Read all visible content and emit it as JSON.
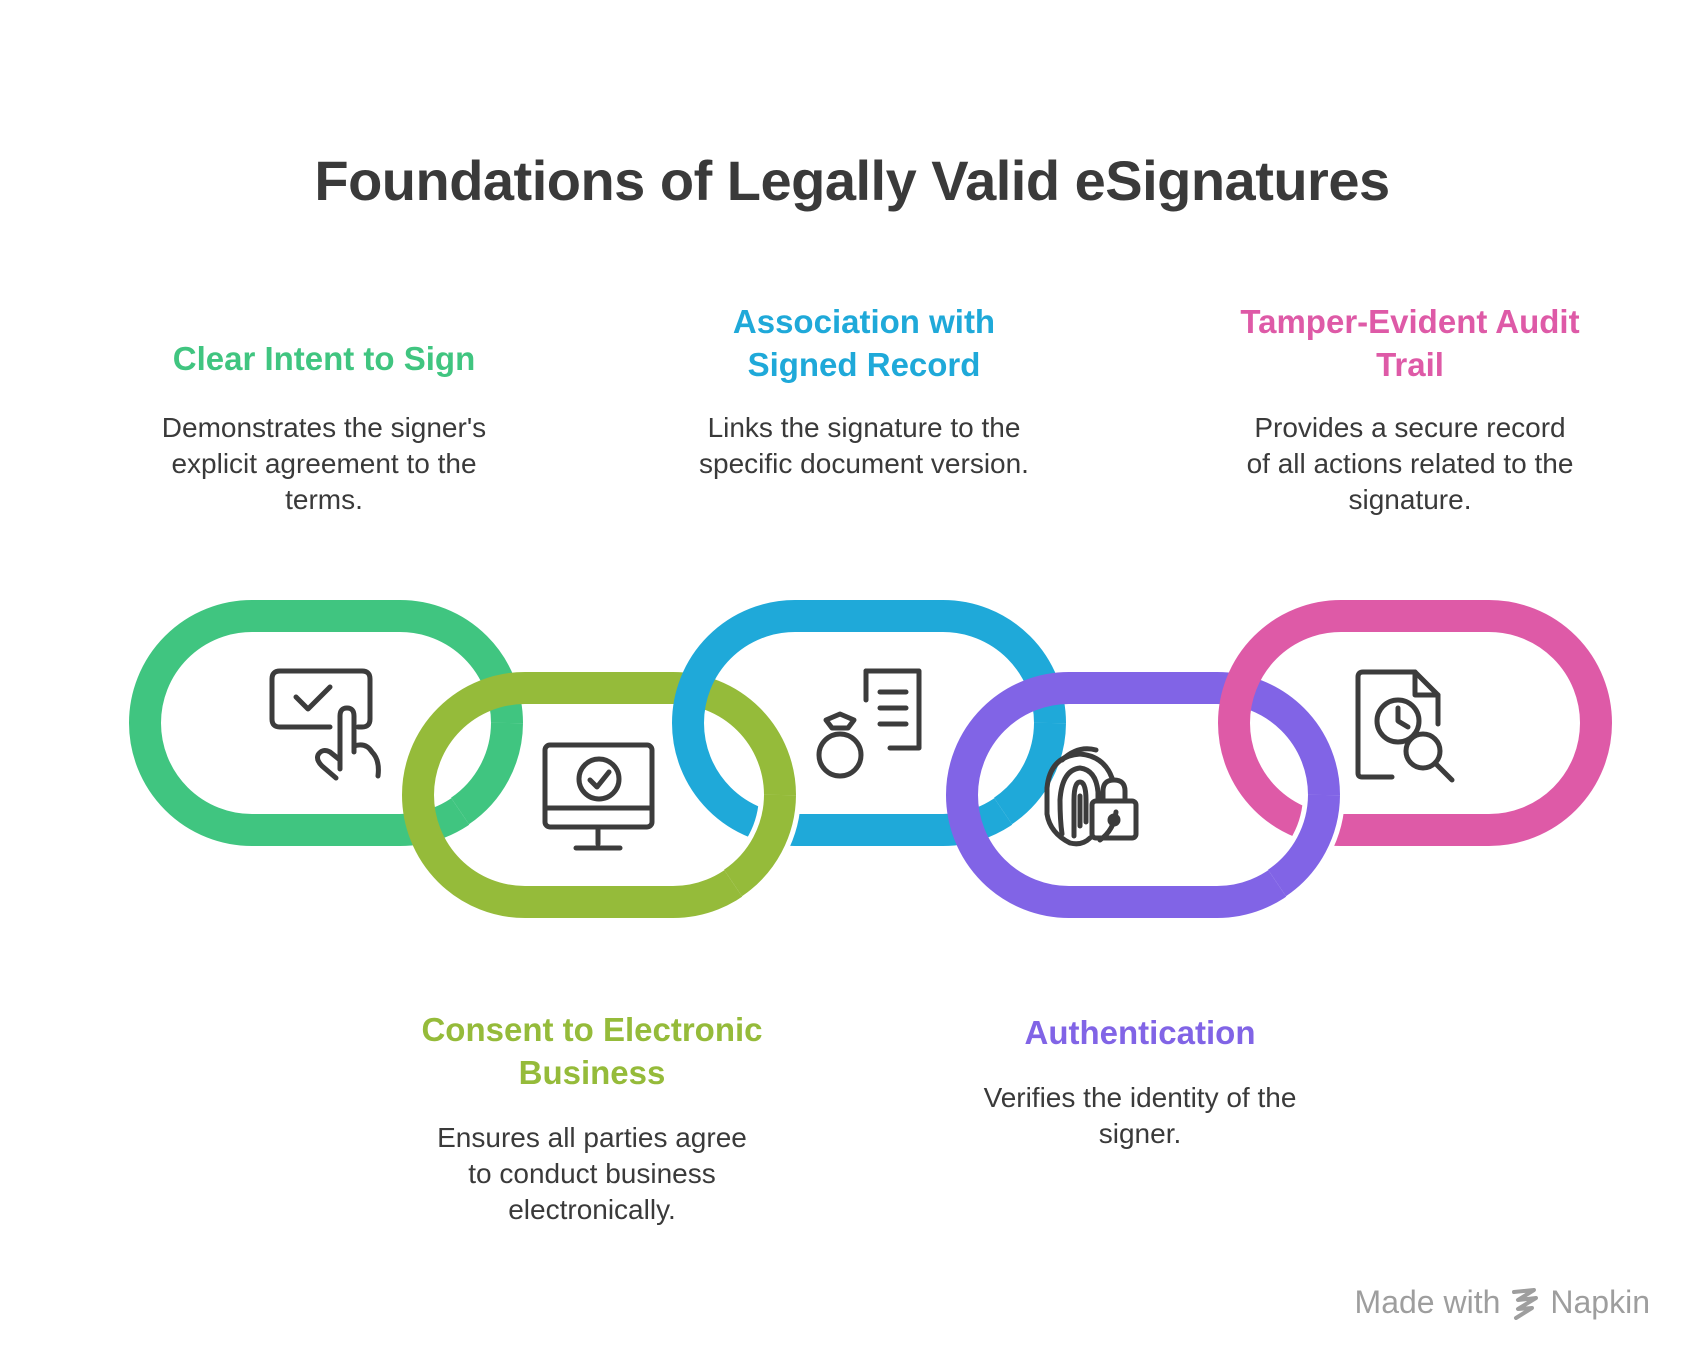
{
  "title": "Foundations of Legally Valid eSignatures",
  "colors": {
    "title": "#3a3a3a",
    "text": "#3a3a3a",
    "footer": "#9e9e9e",
    "icon": "#3c3c3c"
  },
  "steps": [
    {
      "heading": "Clear Intent to Sign",
      "description": "Demonstrates the signer's explicit agreement to the terms.",
      "color": "#40c580",
      "icon": "touch-checkbox-icon"
    },
    {
      "heading": "Consent to Electronic Business",
      "description": "Ensures all parties agree to conduct business electronically.",
      "color": "#95bb3a",
      "icon": "monitor-check-icon"
    },
    {
      "heading": "Association with Signed Record",
      "description": "Links the signature to the specific document version.",
      "color": "#1fa9d9",
      "icon": "ring-document-icon"
    },
    {
      "heading": "Authentication",
      "description": "Verifies the identity of the signer.",
      "color": "#8164e6",
      "icon": "fingerprint-lock-icon"
    },
    {
      "heading": "Tamper-Evident Audit Trail",
      "description": "Provides a secure record of all actions related to the signature.",
      "color": "#de5aa7",
      "icon": "document-clock-search-icon"
    }
  ],
  "footer": {
    "prefix": "Made with",
    "brand": "Napkin",
    "logo_icon": "napkin-logo-icon"
  }
}
